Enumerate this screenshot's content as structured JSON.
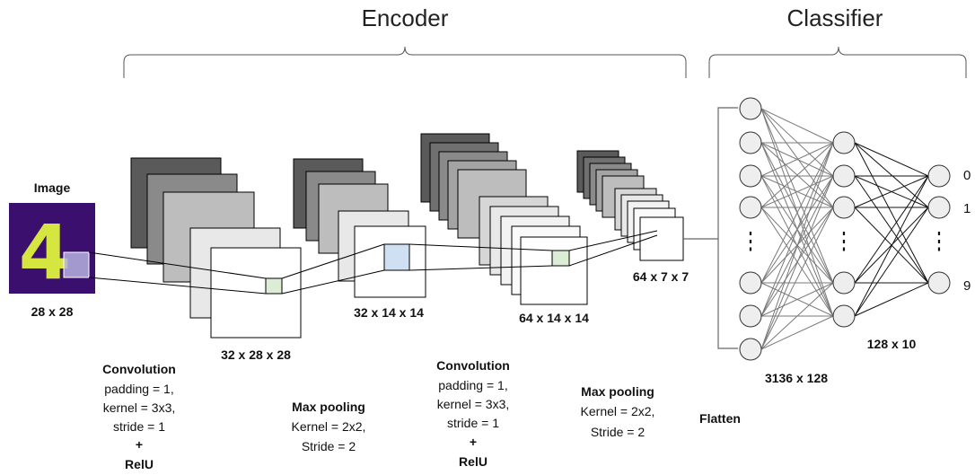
{
  "encoder": {
    "title": "Encoder"
  },
  "classifier": {
    "title": "Classifier",
    "input_layer_label": "3136 x 128",
    "output_layer_label": "128 x 10",
    "output_labels": [
      "0",
      "1",
      "9"
    ],
    "ellipsis": "⋮"
  },
  "input": {
    "title": "Image",
    "size_label": "28 x 28",
    "digit": "4"
  },
  "feature_maps": [
    {
      "label": "32 x 28 x 28"
    },
    {
      "label": "32 x 14 x 14"
    },
    {
      "label": "64 x 14 x 14"
    },
    {
      "label": "64 x 7 x 7"
    }
  ],
  "operations": {
    "conv1": {
      "title": "Convolution",
      "lines": [
        "padding = 1,",
        "kernel = 3x3,",
        "stride = 1"
      ],
      "plus": "+",
      "activation": "RelU"
    },
    "pool1": {
      "title": "Max pooling",
      "lines": [
        "Kernel = 2x2,",
        "Stride = 2"
      ]
    },
    "conv2": {
      "title": "Convolution",
      "lines": [
        "padding = 1,",
        "kernel = 3x3,",
        "stride = 1"
      ],
      "plus": "+",
      "activation": "RelU"
    },
    "pool2": {
      "title": "Max pooling",
      "lines": [
        "Kernel = 2x2,",
        "Stride = 2"
      ]
    },
    "flatten": {
      "title": "Flatten"
    }
  },
  "colors": {
    "stack_shades": [
      "#5a5a5a",
      "#8a8a8a",
      "#bdbdbd",
      "#e8e8e8",
      "#ffffff"
    ],
    "image_background": "#3b0f6e",
    "digit_color": "#d6e640",
    "kernel_green": "#dcedd5",
    "kernel_blue": "#cfe0f3",
    "node_fill": "#eeeeee",
    "line_color": "#000000"
  }
}
